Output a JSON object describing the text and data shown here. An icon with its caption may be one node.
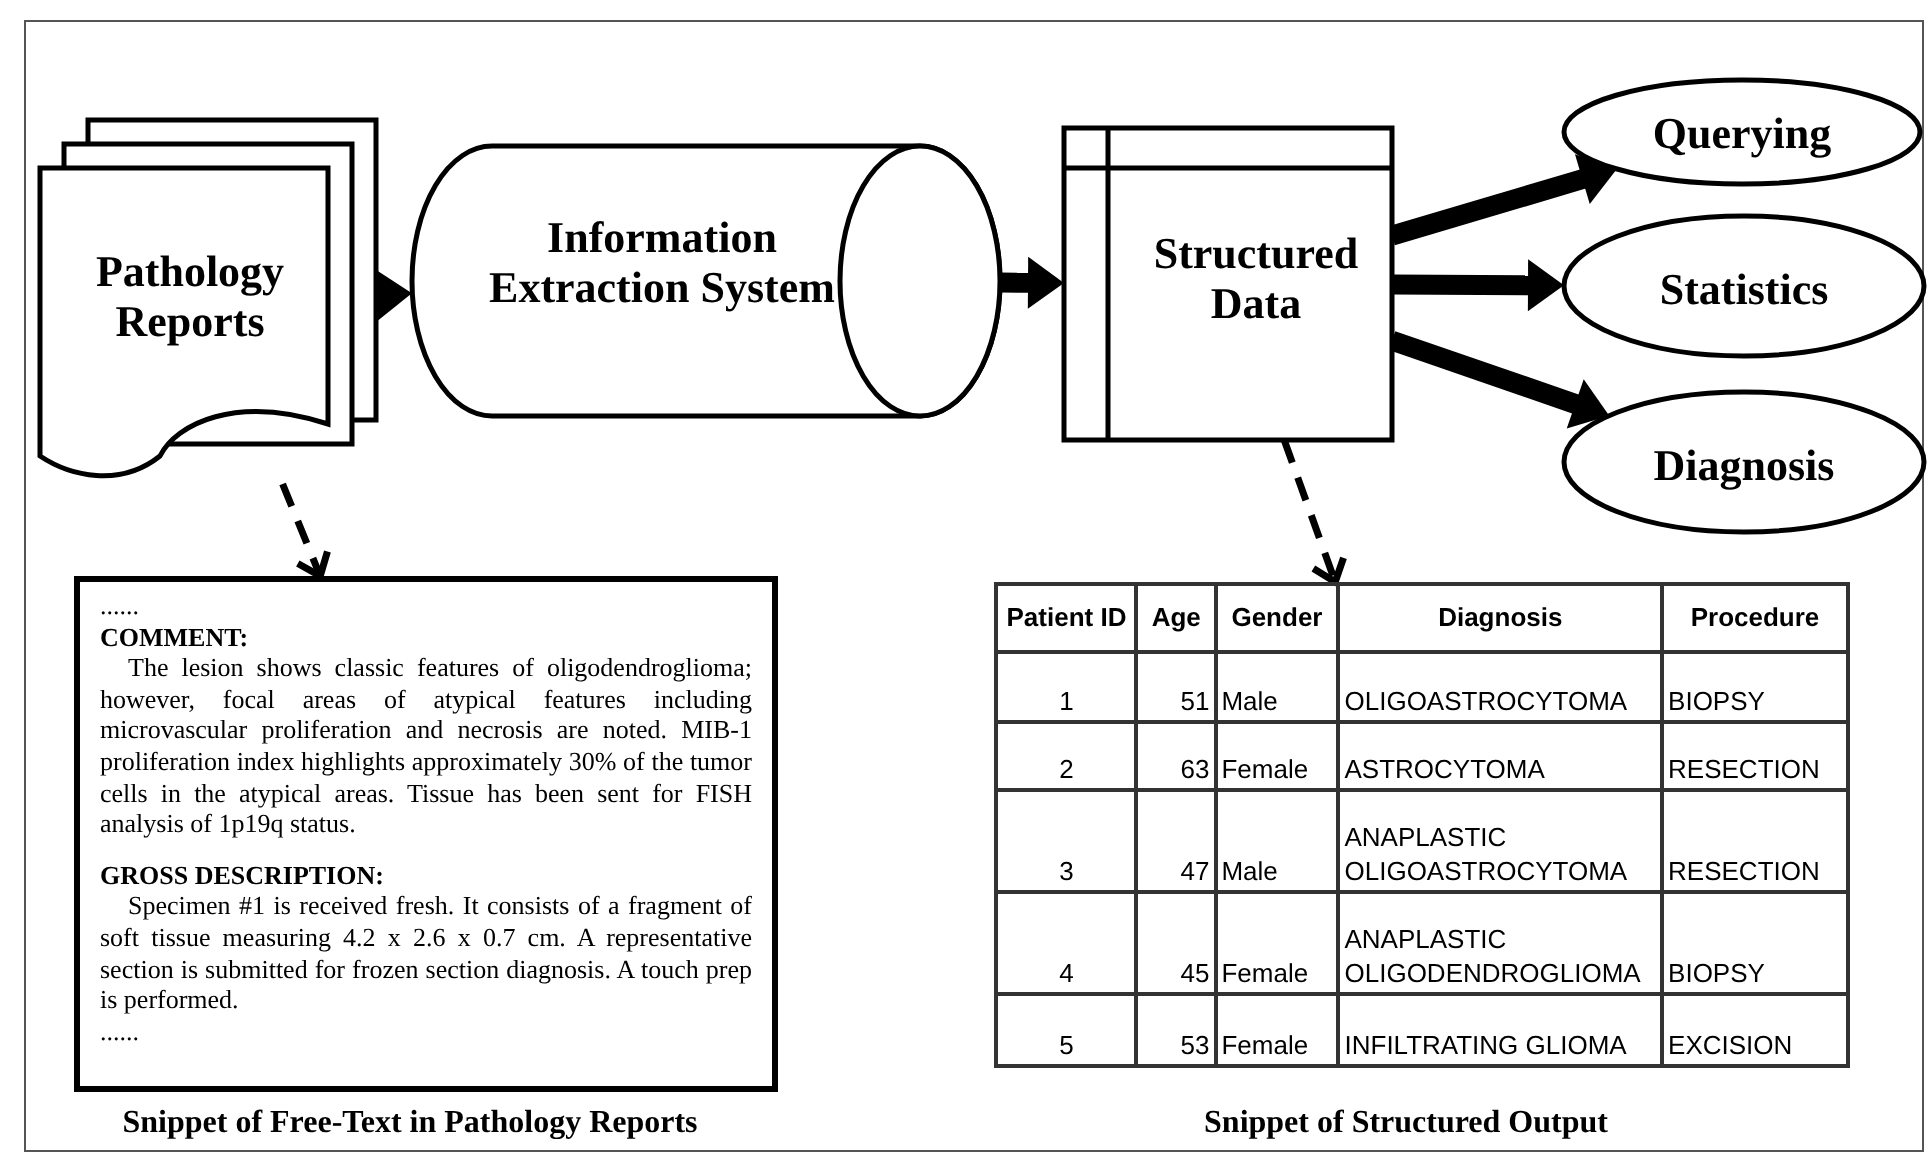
{
  "diagram": {
    "nodes": [
      {
        "text": [
          "Pathology Reports"
        ]
      },
      {
        "text": [
          "Information Extraction System"
        ]
      },
      {
        "text": [
          "Structured Data"
        ]
      },
      {
        "text": [
          "Querying"
        ]
      },
      {
        "text": [
          "Statistics"
        ]
      },
      {
        "text": [
          "Diagnosis"
        ]
      },
      {
        "text": [
          "......",
          "COMMENT:",
          "The lesion shows classic features of oligodendroglioma; however, focal areas of atypical features including microvascular proliferation and necrosis are noted. MIB-1 proliferation index highlights approximately 30% of the tumor cells in the atypical areas. Tissue has been sent for FISH analysis of 1p19q status.",
          "GROSS DESCRIPTION:",
          "Specimen #1 is received fresh.  It consists of a fragment of soft tissue measuring 4.2 x 2.6 x 0.7 cm.  A representative section is submitted for frozen section diagnosis. A touch prep is performed.",
          "......"
        ],
        "beside": [
          "Snippet of Free-Text in Pathology Reports"
        ]
      },
      {
        "text": [
          "Patient ID",
          "Age",
          "Gender",
          "Diagnosis",
          "Procedure",
          "1",
          "51",
          "Male",
          "OLIGOASTROCYTOMA",
          "BIOPSY",
          "2",
          "63",
          "Female",
          "ASTROCYTOMA",
          "RESECTION",
          "3",
          "47",
          "Male",
          "ANAPLASTIC OLIGOASTROCYTOMA",
          "RESECTION",
          "4",
          "45",
          "Female",
          "ANAPLASTIC OLIGODENDROGLIOMA",
          "BIOPSY",
          "5",
          "53",
          "Female",
          "INFILTRATING GLIOMA",
          "EXCISION"
        ],
        "beside": [
          "Snippet of Structured Output"
        ]
      }
    ],
    "edges": [
      {
        "from": 0,
        "to": 1,
        "arrow": "to"
      },
      {
        "from": 1,
        "to": 2,
        "arrow": "to"
      },
      {
        "from": 2,
        "to": 3,
        "arrow": "to"
      },
      {
        "from": 2,
        "to": 4,
        "arrow": "to"
      },
      {
        "from": 2,
        "to": 5,
        "arrow": "to"
      },
      {
        "from": 0,
        "to": 6,
        "arrow": "to",
        "style": "dashed"
      },
      {
        "from": 2,
        "to": 7,
        "arrow": "to",
        "style": "dashed"
      }
    ]
  }
}
